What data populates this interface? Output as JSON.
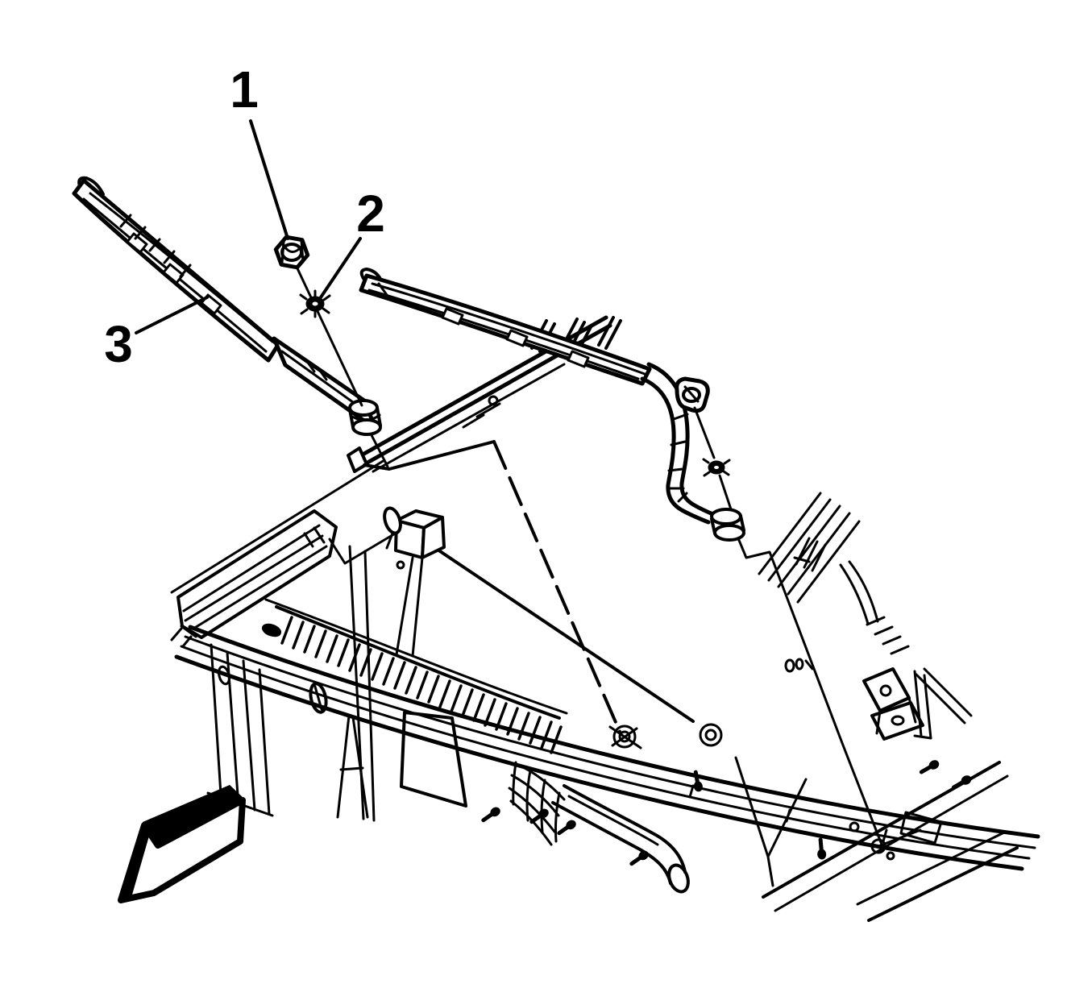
{
  "diagram": {
    "kind": "vehicle-service-line-art",
    "subject": "windshield-wiper-arm-and-cowl",
    "callouts": [
      {
        "label": "1",
        "points_to": "wiper-arm-pivot-nut"
      },
      {
        "label": "2",
        "points_to": "wiper-arm-washer"
      },
      {
        "label": "3",
        "points_to": "wiper-arm-and-blade"
      }
    ],
    "icons": {
      "direction_arrow": "front-of-vehicle-arrow"
    },
    "colors": {
      "ink": "#000000",
      "background": "#ffffff"
    }
  }
}
